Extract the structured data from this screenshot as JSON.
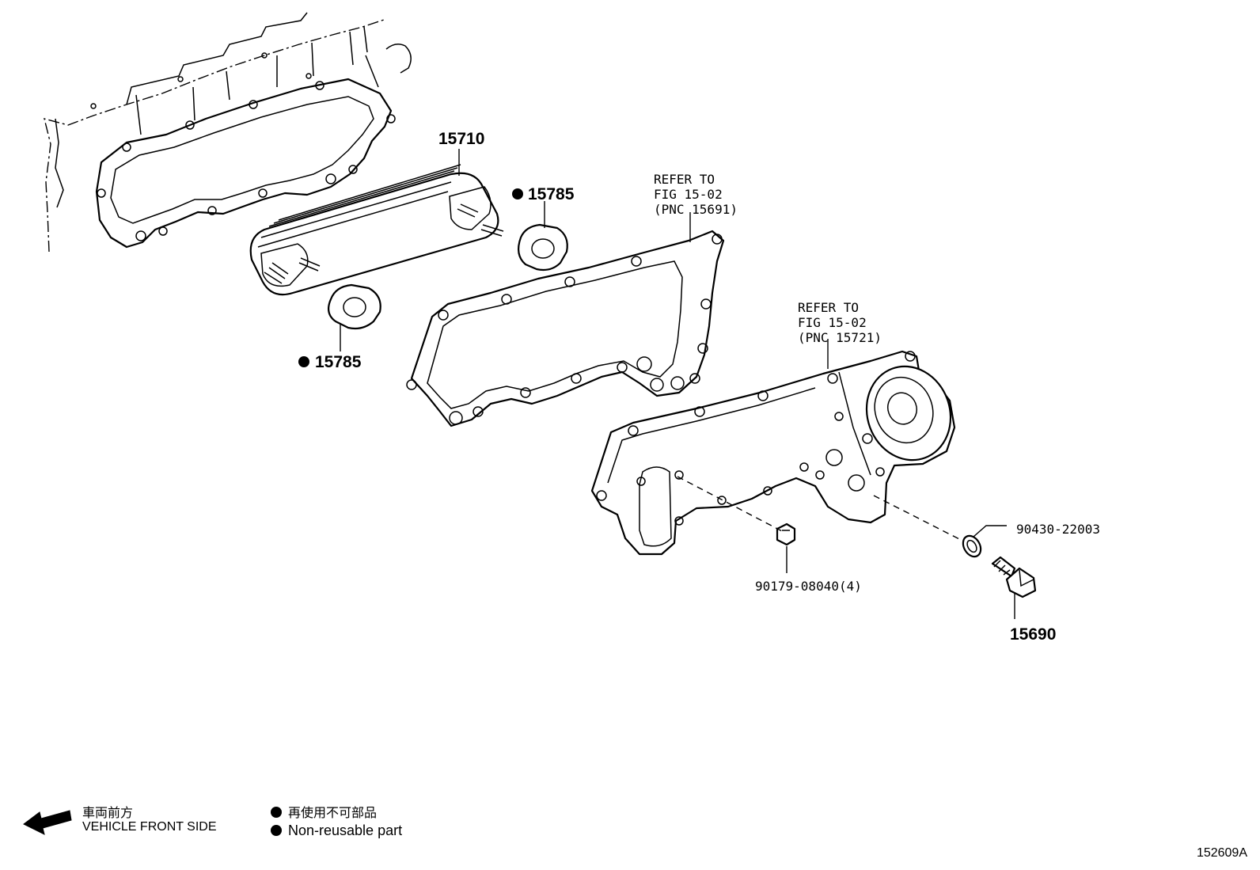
{
  "parts": {
    "oil_cooler": "15710",
    "gasket_upper": "15785",
    "gasket_lower": "15785",
    "plug_gasket": "90430-22003",
    "bolt": "90179-08040(4)",
    "oil_pressure_switch": "15690"
  },
  "references": {
    "ref1": [
      "REFER TO",
      "FIG 15-02",
      "(PNC 15691)"
    ],
    "ref2": [
      "REFER TO",
      "FIG 15-02",
      "(PNC 15721)"
    ]
  },
  "legend": {
    "direction_jp": "車両前方",
    "direction_en": "VEHICLE FRONT SIDE",
    "nonreusable_jp": "再使用不可部品",
    "nonreusable_en": "Non-reusable part"
  },
  "figure_id": "152609A",
  "icons": {
    "direction": "arrow-left-icon",
    "nonreusable": "filled-dot-icon"
  }
}
